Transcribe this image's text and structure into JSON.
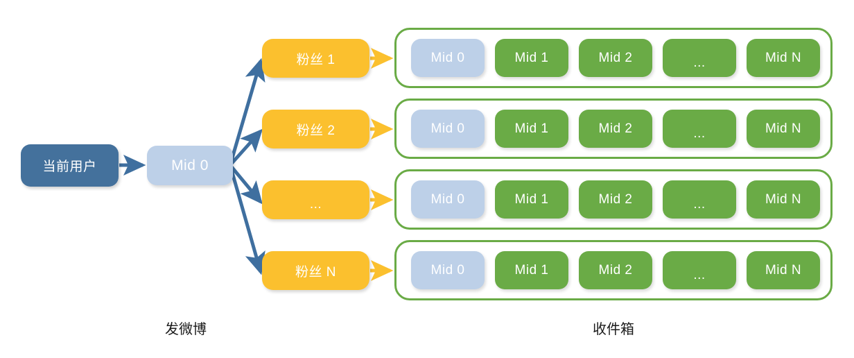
{
  "diagram": {
    "title_left": "发微博",
    "title_right": "收件箱",
    "colors": {
      "user_blue": "#44719c",
      "mid_light_blue": "#bdd0e8",
      "fan_yellow": "#fbc02e",
      "inbox_green": "#6aab46",
      "arrow_blue": "#3f6f9f",
      "arrow_yellow": "#fbc02e",
      "background": "#ffffff"
    },
    "source": {
      "user_label": "当前用户",
      "mid_label": "Mid 0"
    },
    "fans": [
      {
        "label": "粉丝 1"
      },
      {
        "label": "粉丝 2"
      },
      {
        "label": "..."
      },
      {
        "label": "粉丝 N"
      }
    ],
    "inboxes": [
      {
        "pills": [
          "Mid 0",
          "Mid 1",
          "Mid 2",
          "...",
          "Mid N"
        ]
      },
      {
        "pills": [
          "Mid 0",
          "Mid 1",
          "Mid 2",
          "...",
          "Mid N"
        ]
      },
      {
        "pills": [
          "Mid 0",
          "Mid 1",
          "Mid 2",
          "...",
          "Mid N"
        ]
      },
      {
        "pills": [
          "Mid 0",
          "Mid 1",
          "Mid 2",
          "...",
          "Mid N"
        ]
      }
    ]
  }
}
